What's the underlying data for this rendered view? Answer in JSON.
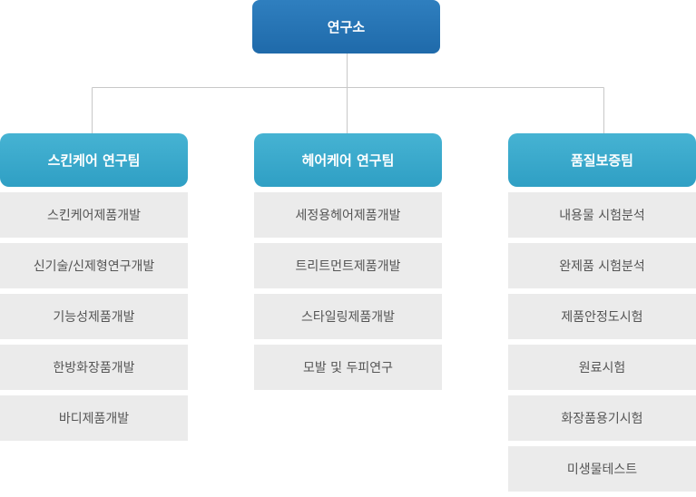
{
  "root": {
    "label": "연구소"
  },
  "teams": [
    {
      "name": "스킨케어 연구팀",
      "items": [
        "스킨케어제품개발",
        "신기술/신제형연구개발",
        "기능성제품개발",
        "한방화장품개발",
        "바디제품개발"
      ]
    },
    {
      "name": "헤어케어 연구팀",
      "items": [
        "세정용헤어제품개발",
        "트리트먼트제품개발",
        "스타일링제품개발",
        "모발 및 두피연구"
      ]
    },
    {
      "name": "품질보증팀",
      "items": [
        "내용물 시험분석",
        "완제품 시험분석",
        "제품안정도시험",
        "원료시험",
        "화장품용기시험",
        "미생물테스트"
      ]
    }
  ],
  "colors": {
    "root": "#2372b1",
    "team_header": "#38a8cc",
    "item_bg": "#ebebeb",
    "connector": "#c8c8c8"
  }
}
